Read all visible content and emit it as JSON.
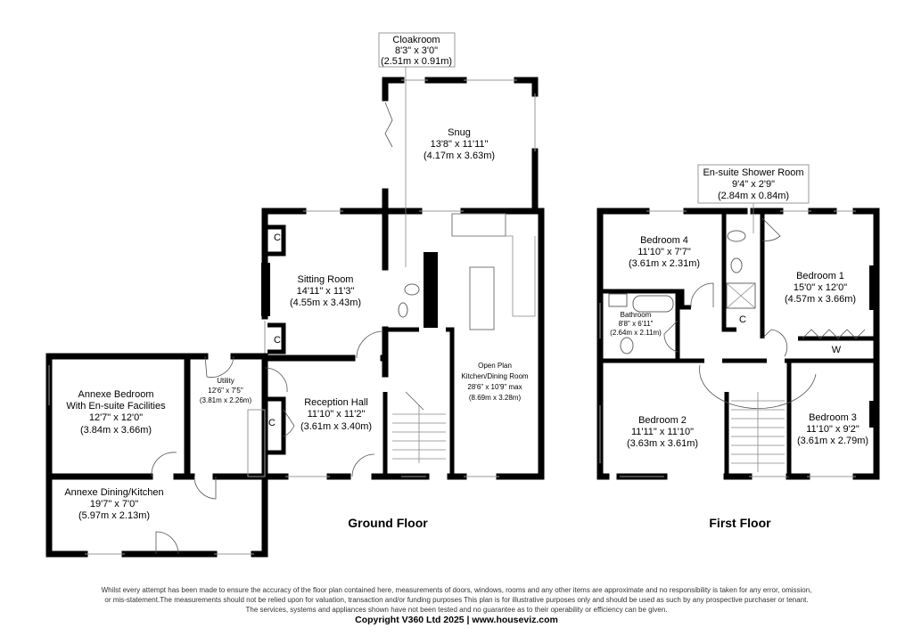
{
  "ground_floor": {
    "label": "Ground Floor",
    "rooms": {
      "cloakroom": {
        "name": "Cloakroom",
        "imperial": "8'3\" x 3'0\"",
        "metric": "(2.51m x 0.91m)"
      },
      "snug": {
        "name": "Snug",
        "imperial": "13'8\" x 11'11\"",
        "metric": "(4.17m x 3.63m)"
      },
      "sitting_room": {
        "name": "Sitting Room",
        "imperial": "14'11\" x 11'3\"",
        "metric": "(4.55m x 3.43m)"
      },
      "kitchen": {
        "name1": "Open Plan",
        "name2": "Kitchen/Dining Room",
        "imperial": "28'6\" x 10'9\" max",
        "metric": "(8.69m x 3.28m)"
      },
      "utility": {
        "name": "Utility",
        "imperial": "12'6\" x 7'5\"",
        "metric": "(3.81m x 2.26m)"
      },
      "reception_hall": {
        "name": "Reception Hall",
        "imperial": "11'10\" x 11'2\"",
        "metric": "(3.61m x 3.40m)"
      },
      "annexe_bedroom": {
        "name1": "Annexe Bedroom",
        "name2": "With En-suite Facilities",
        "imperial": "12'7\" x 12'0\"",
        "metric": "(3.84m x 3.66m)"
      },
      "annexe_dining": {
        "name": "Annexe Dining/Kitchen",
        "imperial": "19'7\" x 7'0\"",
        "metric": "(5.97m x 2.13m)"
      }
    },
    "cupboard_label": "C"
  },
  "first_floor": {
    "label": "First Floor",
    "rooms": {
      "ensuite": {
        "name": "En-suite Shower Room",
        "imperial": "9'4\" x 2'9\"",
        "metric": "(2.84m x 0.84m)"
      },
      "bedroom4": {
        "name": "Bedroom 4",
        "imperial": "11'10\" x 7'7\"",
        "metric": "(3.61m x 2.31m)"
      },
      "bedroom1": {
        "name": "Bedroom 1",
        "imperial": "15'0\" x 12'0\"",
        "metric": "(4.57m x 3.66m)"
      },
      "bathroom": {
        "name": "Bathroom",
        "imperial": "8'8\" x 6'11\"",
        "metric": "(2.64m x 2.11m)"
      },
      "bedroom2": {
        "name": "Bedroom 2",
        "imperial": "11'11\" x 11'10\"",
        "metric": "(3.63m x 3.61m)"
      },
      "bedroom3": {
        "name": "Bedroom 3",
        "imperial": "11'10\" x 9'2\"",
        "metric": "(3.61m x 2.79m)"
      }
    },
    "cupboard_label": "C",
    "wardrobe_label": "W"
  },
  "footer": {
    "disclaimer": [
      "Whilst every attempt has been made to ensure the accuracy of the floor plan contained here, measurements of doors, windows, rooms and any other items are approximate and no responsibility is taken for any error, omission,",
      "or mis-statement.The measurements should not be relied upon for valuation, transaction and/or funding purposes This plan is for illustrative purposes only and should be used as such by any prospective purchaser or tenant.",
      "The services, systems and appliances shown have not been tested and no guarantee as to their operability or efficiency can be given."
    ],
    "copyright": "Copyright V360 Ltd 2025 | www.houseviz.com"
  }
}
